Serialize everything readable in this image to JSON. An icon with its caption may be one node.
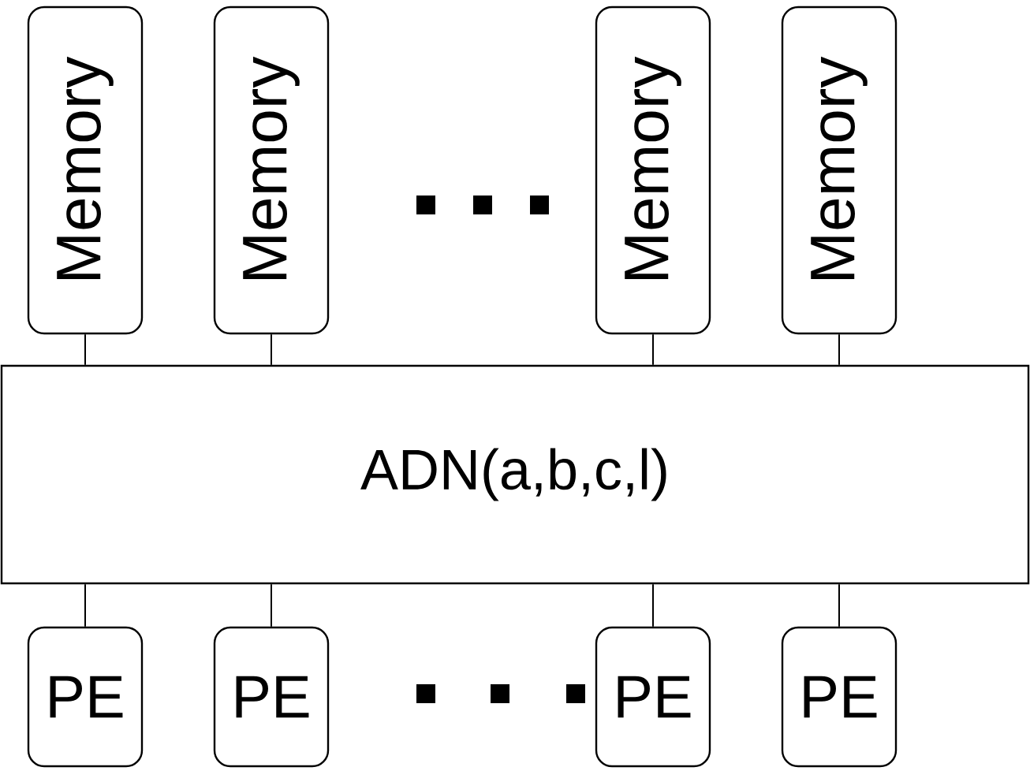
{
  "diagram": {
    "nodes": [
      {
        "text": [
          "Memory"
        ]
      },
      {
        "text": [
          "Memory"
        ]
      },
      {
        "text": [
          "Memory"
        ]
      },
      {
        "text": [
          "Memory"
        ]
      },
      {
        "text": [
          "ADN(a,b,c,l)"
        ]
      },
      {
        "text": [
          "PE"
        ]
      },
      {
        "text": [
          "PE"
        ]
      },
      {
        "text": [
          "PE"
        ]
      },
      {
        "text": [
          "PE"
        ]
      }
    ],
    "edges": [
      {
        "from": 0,
        "to": 4,
        "arrow": "none"
      },
      {
        "from": 1,
        "to": 4,
        "arrow": "none"
      },
      {
        "from": 2,
        "to": 4,
        "arrow": "none"
      },
      {
        "from": 3,
        "to": 4,
        "arrow": "none"
      },
      {
        "from": 4,
        "to": 5,
        "arrow": "none"
      },
      {
        "from": 4,
        "to": 6,
        "arrow": "none"
      },
      {
        "from": 4,
        "to": 7,
        "arrow": "none"
      },
      {
        "from": 4,
        "to": 8,
        "arrow": "none"
      }
    ]
  }
}
